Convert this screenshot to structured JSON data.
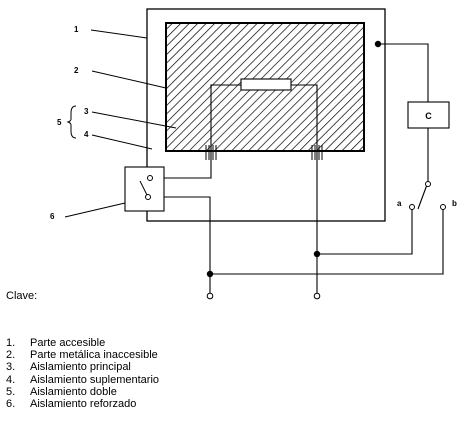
{
  "diagram": {
    "labels": {
      "l1": "1",
      "l2": "2",
      "l3": "3",
      "l4": "4",
      "l5": "5",
      "l6": "6"
    },
    "box_c": "C",
    "switch_a": "a",
    "switch_b": "b"
  },
  "caption": "Clave:",
  "legend": [
    {
      "num": "1.",
      "text": "Parte accesible"
    },
    {
      "num": "2.",
      "text": "Parte metálica inaccesible"
    },
    {
      "num": "3.",
      "text": "Aislamiento principal"
    },
    {
      "num": "4.",
      "text": "Aislamiento suplementario"
    },
    {
      "num": "5.",
      "text": "Aislamiento doble"
    },
    {
      "num": "6.",
      "text": "Aislamiento reforzado"
    }
  ]
}
